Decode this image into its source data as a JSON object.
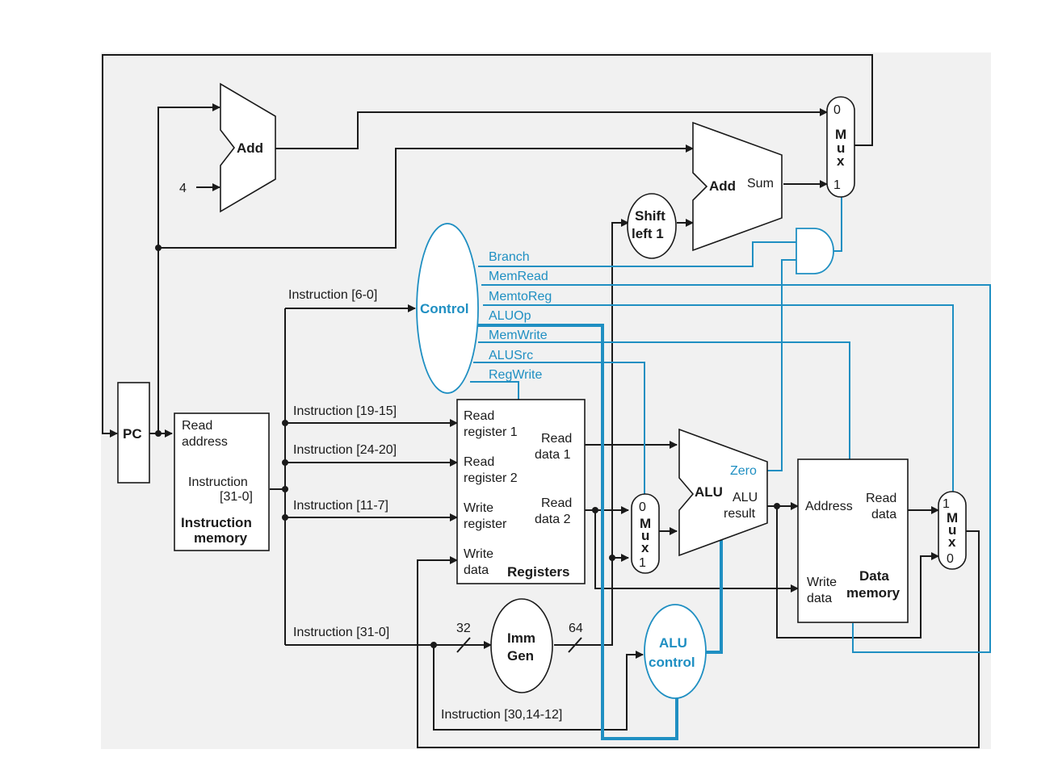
{
  "pc": {
    "label": "PC"
  },
  "adder_pc": {
    "label": "Add",
    "constant": "4"
  },
  "adder_branch": {
    "label": "Add",
    "output": "Sum"
  },
  "shift_left": {
    "line1": "Shift",
    "line2": "left 1"
  },
  "mux_pc": {
    "m": "M",
    "u": "u",
    "x": "x",
    "in0": "0",
    "in1": "1"
  },
  "mux_alu_src": {
    "m": "M",
    "u": "u",
    "x": "x",
    "in0": "0",
    "in1": "1"
  },
  "mux_writeback": {
    "m": "M",
    "u": "u",
    "x": "x",
    "in0": "0",
    "in1": "1"
  },
  "instruction_memory": {
    "read_address_1": "Read",
    "read_address_2": "address",
    "instruction_1": "Instruction",
    "instruction_2": "[31-0]",
    "title_1": "Instruction",
    "title_2": "memory"
  },
  "instruction_fields": {
    "opcode": "Instruction [6-0]",
    "rs1": "Instruction [19-15]",
    "rs2": "Instruction [24-20]",
    "rd": "Instruction [11-7]",
    "full": "Instruction [31-0]",
    "funct": "Instruction [30,14-12]"
  },
  "control": {
    "label": "Control",
    "signals": [
      "Branch",
      "MemRead",
      "MemtoReg",
      "ALUOp",
      "MemWrite",
      "ALUSrc",
      "RegWrite"
    ]
  },
  "registers": {
    "read_register_1a": "Read",
    "read_register_1b": "register 1",
    "read_register_2a": "Read",
    "read_register_2b": "register 2",
    "write_register_a": "Write",
    "write_register_b": "register",
    "write_data_a": "Write",
    "write_data_b": "data",
    "read_data_1a": "Read",
    "read_data_1b": "data 1",
    "read_data_2a": "Read",
    "read_data_2b": "data 2",
    "title": "Registers"
  },
  "imm_gen": {
    "line1": "Imm",
    "line2": "Gen",
    "in_width": "32",
    "out_width": "64"
  },
  "alu": {
    "label": "ALU",
    "zero": "Zero",
    "result_1": "ALU",
    "result_2": "result"
  },
  "alu_control": {
    "line1": "ALU",
    "line2": "control"
  },
  "data_memory": {
    "address": "Address",
    "read_data_1": "Read",
    "read_data_2": "data",
    "write_data_1": "Write",
    "write_data_2": "data",
    "title_1": "Data",
    "title_2": "memory"
  },
  "colors": {
    "wire": "#1a1a1a",
    "control": "#1f8fc2",
    "background": "#f1f1f1"
  }
}
